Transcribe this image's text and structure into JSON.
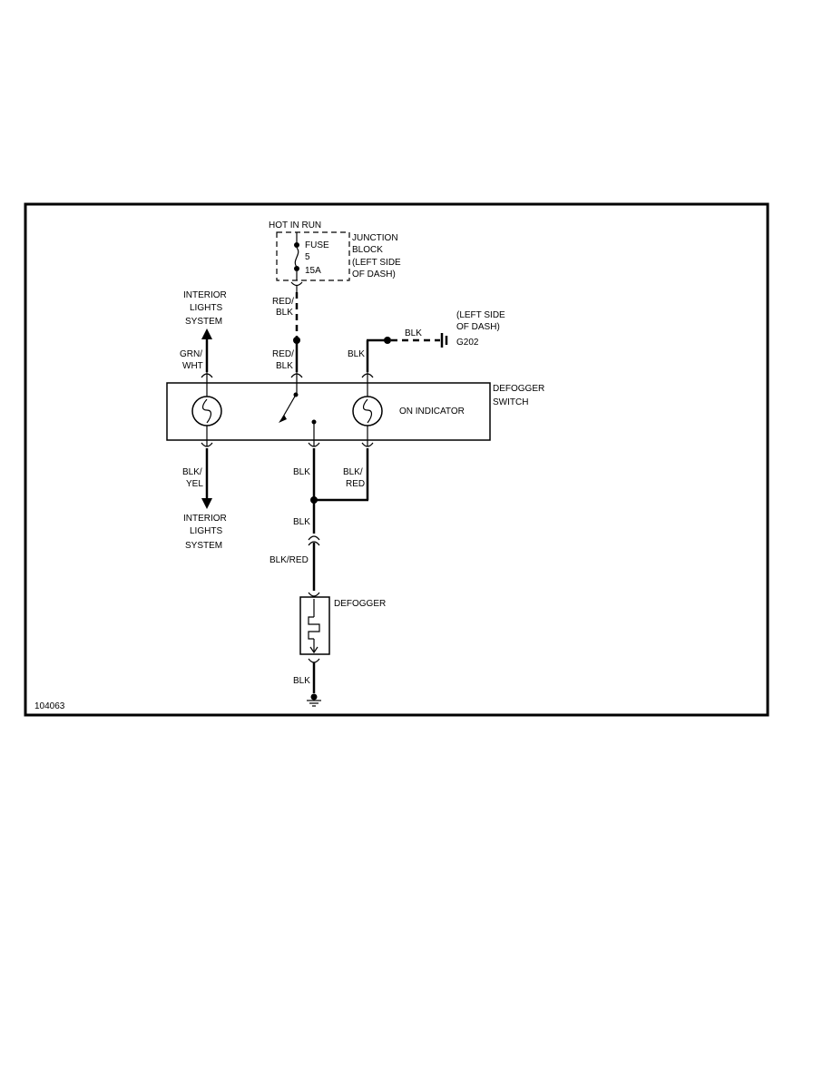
{
  "labels": {
    "hot_in_run": "HOT IN RUN",
    "fuse": [
      "FUSE",
      "5",
      "15A"
    ],
    "junction_block": [
      "JUNCTION",
      "BLOCK",
      "(LEFT SIDE",
      "OF DASH)"
    ],
    "interior_lights_top": [
      "INTERIOR",
      "LIGHTS",
      "SYSTEM"
    ],
    "interior_lights_bottom": [
      "INTERIOR",
      "LIGHTS",
      "SYSTEM"
    ],
    "red_blk_upper": [
      "RED/",
      "BLK"
    ],
    "red_blk_lower": [
      "RED/",
      "BLK"
    ],
    "grn_wht": [
      "GRN/",
      "WHT"
    ],
    "blk_ground_wire": "BLK",
    "blk_indicator_in": "BLK",
    "left_side_dash": [
      "(LEFT SIDE",
      "OF DASH)"
    ],
    "g202": "G202",
    "defogger_switch": [
      "DEFOGGER",
      "SWITCH"
    ],
    "on_indicator": "ON INDICATOR",
    "blk_yel": [
      "BLK/",
      "YEL"
    ],
    "blk_switch_out": "BLK",
    "blk_red_indicator": [
      "BLK/",
      "RED"
    ],
    "blk_splice": "BLK",
    "blk_red_defogger": "BLK/RED",
    "defogger": "DEFOGGER",
    "blk_ground": "BLK",
    "figure_id": "104063"
  }
}
